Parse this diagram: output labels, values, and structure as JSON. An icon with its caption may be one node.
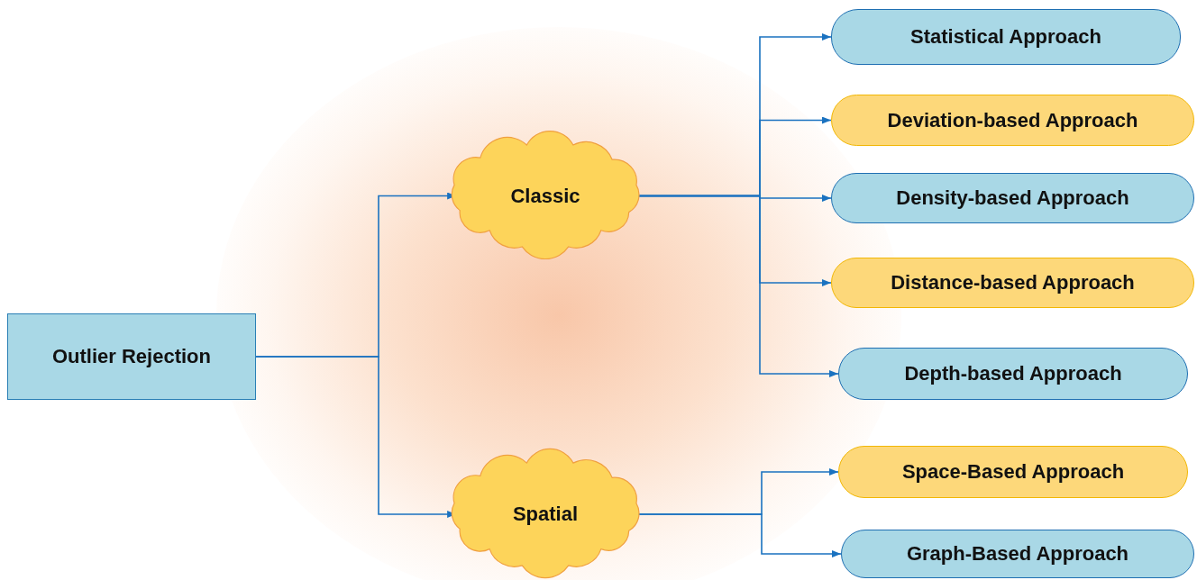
{
  "diagram": {
    "nodes": [
      {
        "text": [
          "Outlier Rejection"
        ]
      },
      {
        "text": [
          "Classic"
        ]
      },
      {
        "text": [
          "Spatial"
        ]
      },
      {
        "text": [
          "Statistical Approach"
        ]
      },
      {
        "text": [
          "Deviation-based Approach"
        ]
      },
      {
        "text": [
          "Density-based Approach"
        ]
      },
      {
        "text": [
          "Distance-based Approach"
        ]
      },
      {
        "text": [
          "Depth-based Approach"
        ]
      },
      {
        "text": [
          "Space-Based Approach"
        ]
      },
      {
        "text": [
          "Graph-Based Approach"
        ]
      }
    ],
    "edges": [
      {
        "from": 0,
        "to": 1,
        "arrow": "to"
      },
      {
        "from": 0,
        "to": 2,
        "arrow": "to"
      },
      {
        "from": 1,
        "to": 3,
        "arrow": "to"
      },
      {
        "from": 1,
        "to": 4,
        "arrow": "to"
      },
      {
        "from": 1,
        "to": 5,
        "arrow": "to"
      },
      {
        "from": 1,
        "to": 6,
        "arrow": "to"
      },
      {
        "from": 1,
        "to": 7,
        "arrow": "to"
      },
      {
        "from": 2,
        "to": 8,
        "arrow": "to"
      },
      {
        "from": 2,
        "to": 9,
        "arrow": "to"
      }
    ]
  }
}
